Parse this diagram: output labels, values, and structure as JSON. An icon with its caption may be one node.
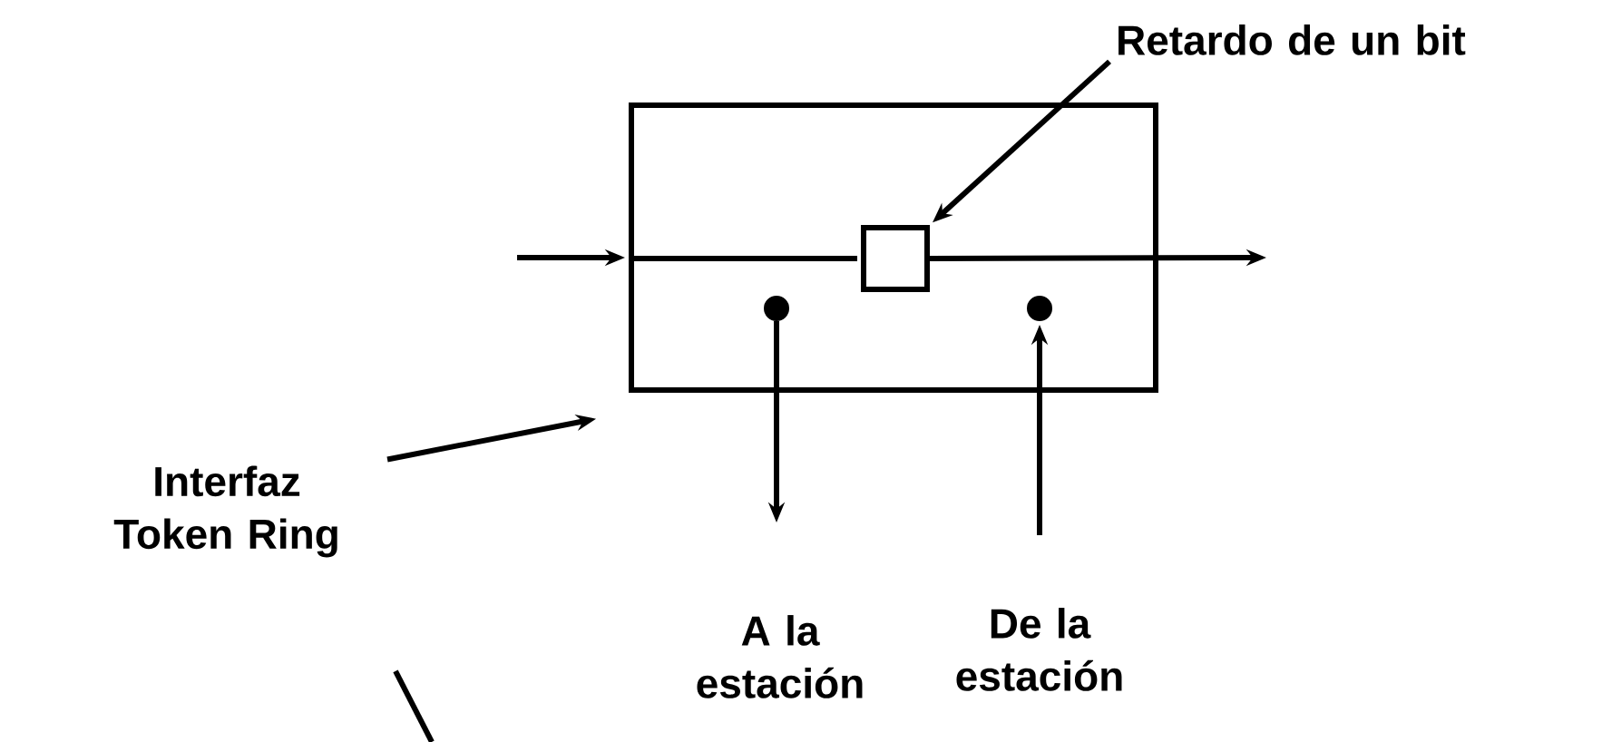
{
  "diagram": {
    "nodes": [
      {
        "text": [],
        "shape": "box"
      },
      {
        "text": [],
        "shape": "box",
        "in": 0
      },
      {
        "text": [
          "Retardo de un bit"
        ]
      },
      {
        "text": [
          "Interfaz Token Ring"
        ]
      },
      {
        "text": [
          "A la estación"
        ]
      },
      {
        "text": [
          "De la estación"
        ]
      },
      {
        "text": [],
        "shape": "circle",
        "in": 0
      },
      {
        "text": [],
        "shape": "circle",
        "in": 0
      }
    ],
    "edges": [
      {
        "from": null,
        "to": 0,
        "arrow": "to"
      },
      {
        "from": 0,
        "to": 1,
        "arrow": "none"
      },
      {
        "from": 1,
        "to": null,
        "arrow": "to"
      },
      {
        "from": 2,
        "to": 1,
        "arrow": "to"
      },
      {
        "from": 3,
        "to": 0,
        "arrow": "to"
      },
      {
        "from": 6,
        "to": null,
        "arrow": "to"
      },
      {
        "from": null,
        "to": 7,
        "arrow": "to"
      }
    ]
  }
}
